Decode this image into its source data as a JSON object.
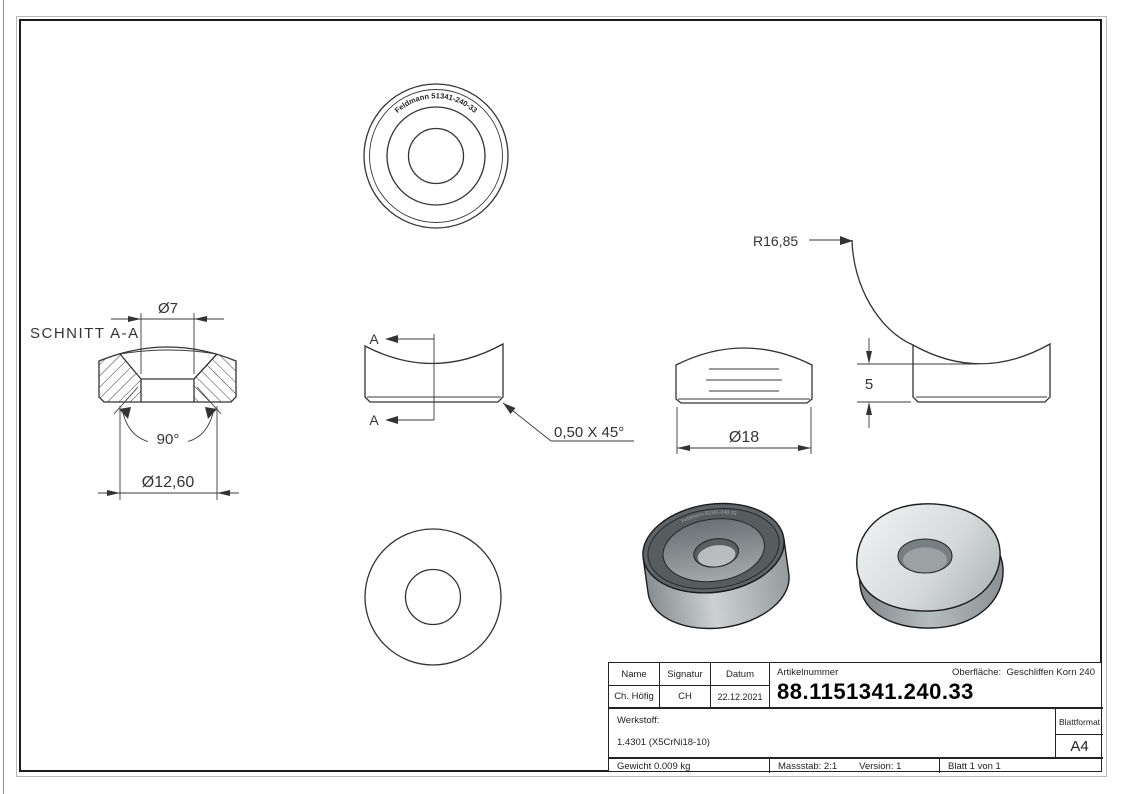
{
  "drawing": {
    "section_label": "SCHNITT A-A",
    "part_marking": "Feldmann 51341-240-33",
    "dim_hole_diameter": "Ø7",
    "dim_countersink_angle": "90°",
    "dim_countersink_diameter": "Ø12,60",
    "dim_outer_diameter": "Ø18",
    "dim_saddle_radius": "R16,85",
    "dim_height": "5",
    "chamfer_note": "0,50 X 45°",
    "section_cut_label": "A"
  },
  "title_block": {
    "name_label": "Name",
    "signature_label": "Signatur",
    "date_label": "Datum",
    "article_label": "Artikelnummer",
    "surface_label": "Oberfläche:",
    "surface_value": "Geschliffen Korn 240",
    "name_value": "Ch. Höfig",
    "signature_value": "CH",
    "date_value": "22.12.2021",
    "article_number": "88.1151341.240.33",
    "material_label": "Werkstoff:",
    "material_value": "1.4301 (X5CrNi18-10)",
    "sheet_format_label": "Blattformat",
    "sheet_format_value": "A4",
    "weight_value": "Gewicht 0.009 kg",
    "scale_value": "Massstab: 2:1",
    "version_value": "Version: 1",
    "sheet_value": "Blatt 1 von 1"
  },
  "colors": {
    "line": "#333333",
    "render_dark_face": "#5d6366",
    "render_light_face": "#e9ebeb",
    "background": "#ffffff"
  }
}
